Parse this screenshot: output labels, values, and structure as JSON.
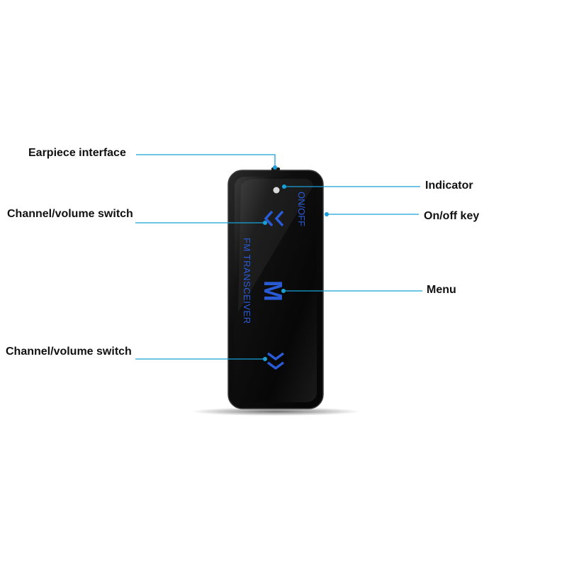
{
  "labels": {
    "earpiece": "Earpiece interface",
    "indicator": "Indicator",
    "onoff_key": "On/off key",
    "channel_volume_top": "Channel/volume switch",
    "menu": "Menu",
    "channel_volume_bottom": "Channel/volume switch"
  },
  "device": {
    "onoff_print": "ON/OFF",
    "model_print": "FM TRANSCEIVER",
    "menu_key": "M"
  },
  "colors": {
    "leader_line": "#1aa0d8",
    "device_body": "#0b0b0b",
    "print_blue": "#2a5bd7"
  }
}
